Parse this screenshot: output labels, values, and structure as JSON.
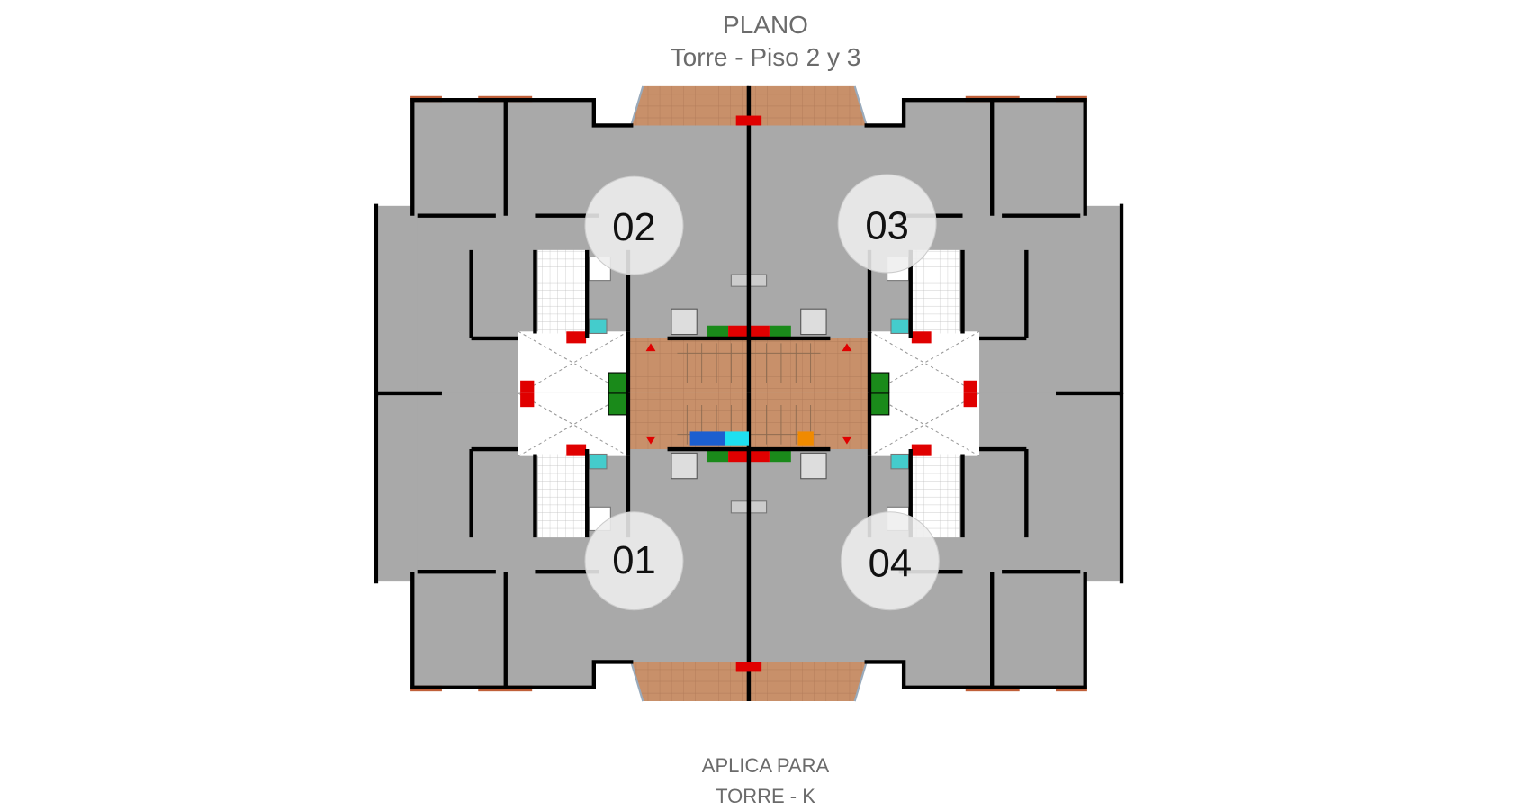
{
  "header": {
    "title": "PLANO",
    "subtitle": "Torre - Piso 2 y 3"
  },
  "footer": {
    "applies_label": "APLICA PARA",
    "tower_label": "TORRE - K"
  },
  "units": [
    "01",
    "02",
    "03",
    "04"
  ],
  "colors": {
    "floor": "#a9a9a9",
    "walls": "#000000",
    "terracotta": "#c8906a",
    "doors": "#e00000",
    "text": "#6b6b6b"
  }
}
